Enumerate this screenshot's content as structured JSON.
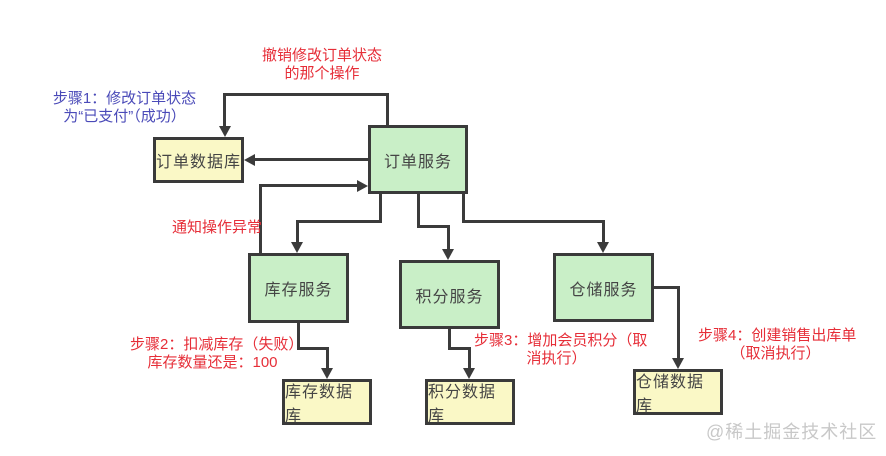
{
  "diagram": {
    "nodes": {
      "order_db": {
        "label": "订单数据库",
        "type": "database"
      },
      "order_service": {
        "label": "订单服务",
        "type": "service"
      },
      "inventory_service": {
        "label": "库存服务",
        "type": "service"
      },
      "points_service": {
        "label": "积分服务",
        "type": "service"
      },
      "warehouse_service": {
        "label": "仓储服务",
        "type": "service"
      },
      "inventory_db": {
        "label": "库存数据库",
        "type": "database"
      },
      "points_db": {
        "label": "积分数据库",
        "type": "database"
      },
      "warehouse_db": {
        "label": "仓储数据库",
        "type": "database"
      }
    },
    "annotations": {
      "undo_note": {
        "line1": "撤销修改订单状态",
        "line2": "的那个操作",
        "color": "#e62e38"
      },
      "step1": {
        "line1": "步骤1：修改订单状态",
        "line2": "为“已支付”（成功）",
        "color": "#4a4ab8"
      },
      "notify": {
        "line1": "通知操作异常",
        "color": "#e62e38"
      },
      "step2": {
        "line1": "步骤2：扣减库存（失败）",
        "line2": "库存数量还是：100",
        "color": "#e62e38"
      },
      "step3": {
        "line1": "步骤3：增加会员积分（取",
        "line2": "消执行）",
        "color": "#e62e38"
      },
      "step4": {
        "line1": "步骤4：创建销售出库单",
        "line2": "（取消执行）",
        "color": "#e62e38"
      }
    },
    "watermark": "@稀土掘金技术社区",
    "colors": {
      "service_fill": "#c9efc7",
      "database_fill": "#faf8c6",
      "line": "#3b3b3b",
      "red_annotation": "#e62e38",
      "blue_annotation": "#4a4ab8",
      "watermark_gray": "#c8c8c8"
    }
  }
}
